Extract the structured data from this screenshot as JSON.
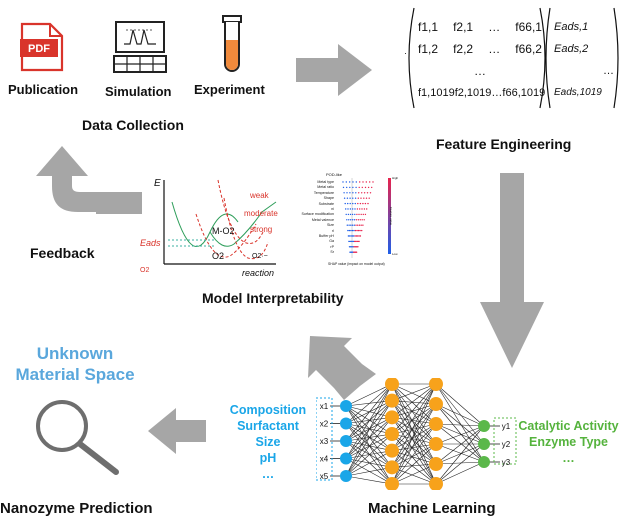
{
  "data_collection": {
    "title": "Data Collection",
    "publication": {
      "label": "Publication",
      "badge": "PDF"
    },
    "simulation": {
      "label": "Simulation"
    },
    "experiment": {
      "label": "Experiment"
    }
  },
  "feature_engineering": {
    "title": "Feature Engineering",
    "matrix_rows": [
      [
        "f1,1",
        "f2,1",
        "…",
        "f66,1"
      ],
      [
        "f1,2",
        "f2,2",
        "…",
        "f66,2"
      ],
      [
        "",
        "",
        "…",
        ""
      ],
      [
        "f1,1019",
        "f2,1019",
        "…",
        "f66,1019"
      ]
    ],
    "target_rows": [
      "Eads,1",
      "Eads,2",
      "…",
      "Eads,1019"
    ]
  },
  "model_interpretability": {
    "title": "Model Interpretability",
    "energy_plot": {
      "y_axis": "E",
      "x_axis": "reaction",
      "eads_label": "Eads",
      "o2_left": "O2",
      "o2_bottom": "O2",
      "mo2": "M-O2",
      "o2_minus": "O2·−",
      "curves": [
        "weak",
        "moderate",
        "strong"
      ]
    },
    "shap_plot": {
      "title": "POD-like",
      "features": [
        "Metal type",
        "Metal ratio",
        "Temperature",
        "Shape",
        "Substrate",
        "ni",
        "Surface modification",
        "Metal valence",
        "Size",
        "rl",
        "Buffer pH",
        "Ga",
        "rP",
        "Sr"
      ],
      "x_label": "SHAP value (impact on model output)",
      "high": "High",
      "low": "Low",
      "color_label": "Feature value"
    }
  },
  "machine_learning": {
    "title": "Machine Learning",
    "inputs": [
      "Composition",
      "Surfactant",
      "Size",
      "pH",
      "…"
    ],
    "input_nodes": [
      "x1",
      "x2",
      "x3",
      "x4",
      "x5"
    ],
    "output_nodes": [
      "y1",
      "y2",
      "y3"
    ],
    "outputs": [
      "Catalytic Activity",
      "Enzyme Type",
      "…"
    ]
  },
  "feedback": {
    "label": "Feedback"
  },
  "prediction": {
    "title": "Nanozyme Prediction",
    "unknown_line1": "Unknown",
    "unknown_line2": "Material Space"
  },
  "colors": {
    "arrow": "#a6a6a6",
    "blue_text": "#3aa6e0",
    "blue_node": "#1aa6e8",
    "orange_node": "#f7a21b",
    "green_node": "#5bb84a",
    "green_text": "#55b33d",
    "pdf_red": "#d9342b",
    "unknown_text": "#5aa7dc"
  }
}
